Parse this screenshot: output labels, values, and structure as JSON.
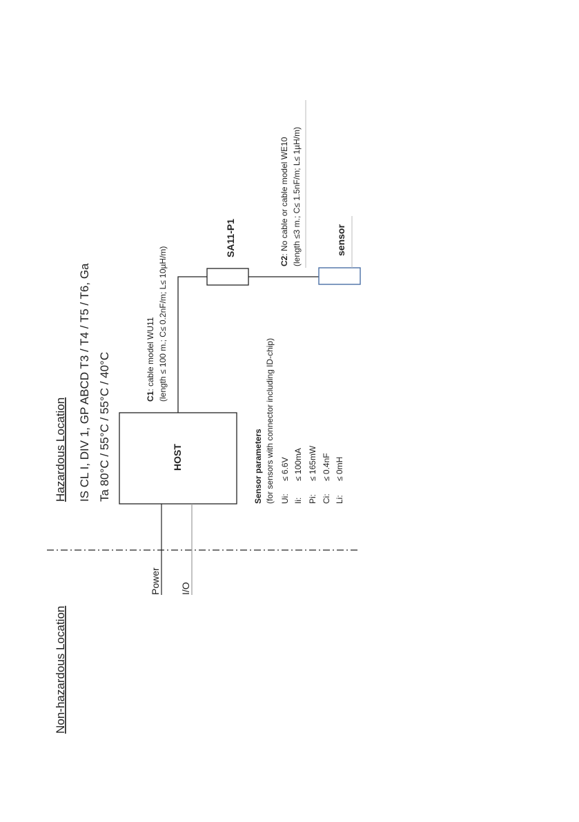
{
  "zones": {
    "non_hazardous": "Non-hazardous Location",
    "hazardous": "Hazardous Location"
  },
  "rating": {
    "line1": "IS CL I, DIV 1, GP ABCD T3 / T4 / T5 / T6, Ga",
    "line2": "Ta  80°C / 55°C / 55°C / 40°C"
  },
  "host_label": "HOST",
  "power_label": "Power",
  "io_label": "I/O",
  "c1": {
    "tag": "C1",
    "text": ": cable model WU11",
    "params": "(length ≤ 100 m.; C≤ 0.2nF/m; L≤ 10µH/m)"
  },
  "sa_label": "SA11-P1",
  "c2": {
    "tag": "C2",
    "text": ": No cable or cable model  WE10",
    "params": "(length ≤3 m.; C≤ 1.5nF/m; L≤ 1µH/m)"
  },
  "sensor_label": "sensor",
  "sensor_params": {
    "title": "Sensor parameters",
    "subtitle": "(for sensors with connector including ID-chip)",
    "rows": [
      {
        "name": "Ui:",
        "value": "≤ 6.6V"
      },
      {
        "name": "Ii:",
        "value": "≤ 100mA"
      },
      {
        "name": "Pi:",
        "value": "≤ 165mW"
      },
      {
        "name": "Ci:",
        "value": "≤ 0.4nF"
      },
      {
        "name": "Li:",
        "value": "≤ 0mH"
      }
    ]
  },
  "colors": {
    "line": "#222222",
    "sensor_border": "#4a6fa5",
    "io_line": "#999999"
  }
}
